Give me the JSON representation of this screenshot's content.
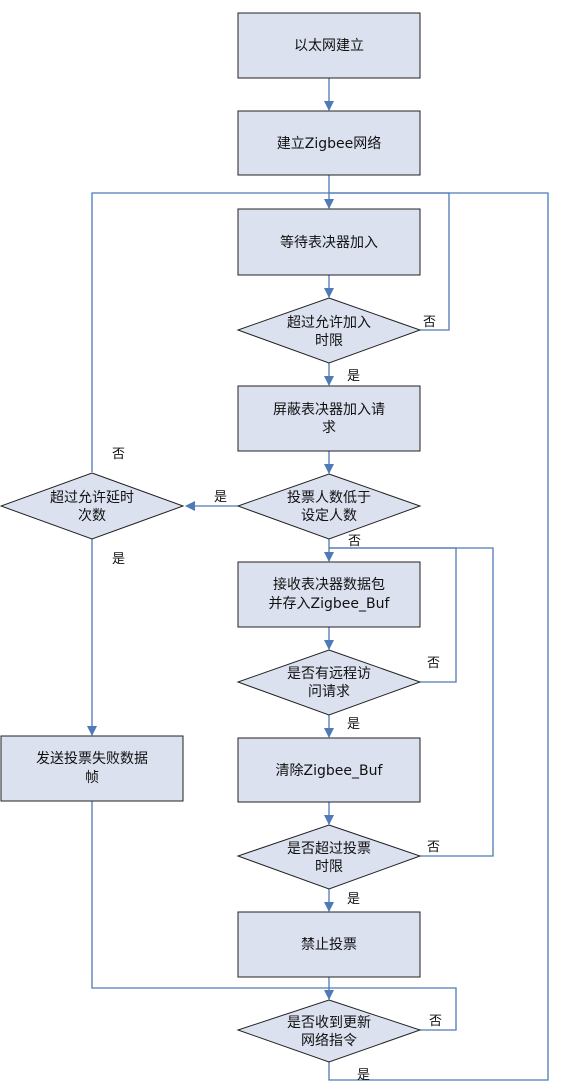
{
  "nodes": {
    "ethernet": [
      "以太网建立"
    ],
    "zigbee": [
      "建立Zigbee网络"
    ],
    "wait": [
      "等待表决器加入"
    ],
    "d_join_timeout": [
      "超过允许加入",
      "时限"
    ],
    "mask": [
      "屏蔽表决器加入请",
      "求"
    ],
    "d_votes_low": [
      "投票人数低于",
      "设定人数"
    ],
    "d_delay": [
      "超过允许延时",
      "次数"
    ],
    "receive": [
      "接收表决器数据包",
      "并存入Zigbee_Buf"
    ],
    "d_remote": [
      "是否有远程访",
      "问请求"
    ],
    "send_fail": [
      "发送投票失败数据",
      "帧"
    ],
    "clear": [
      "清除Zigbee_Buf"
    ],
    "d_vote_timeout": [
      "是否超过投票",
      "时限"
    ],
    "forbid": [
      "禁止投票"
    ],
    "d_update": [
      "是否收到更新",
      "网络指令"
    ]
  },
  "labels": {
    "yes": "是",
    "no": "否"
  },
  "colors": {
    "box_fill": "#dbe1ef",
    "arrow": "#4f7ab8"
  }
}
